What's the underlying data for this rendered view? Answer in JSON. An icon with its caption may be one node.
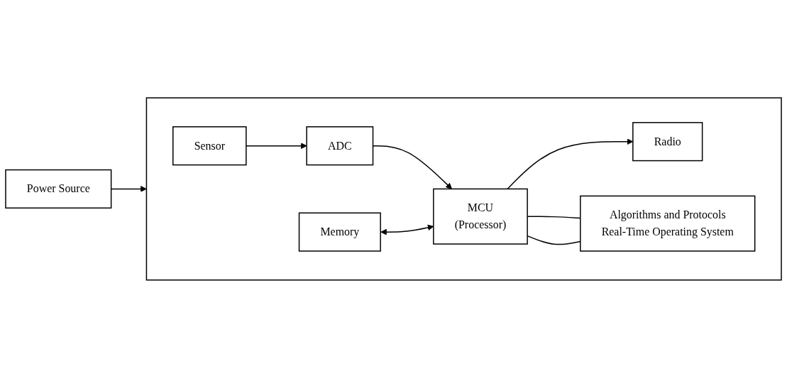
{
  "diagram": {
    "nodes": [
      {
        "text": [
          "Power Source"
        ]
      },
      {
        "text": [],
        "shape": "box"
      },
      {
        "text": [
          "Memory"
        ],
        "in": 1
      },
      {
        "text": [
          "Sensor"
        ],
        "in": 1
      },
      {
        "text": [
          "ADC"
        ],
        "in": 1
      },
      {
        "text": [
          "MCU",
          "(Processor)"
        ],
        "in": 1
      },
      {
        "text": [
          "Radio"
        ],
        "in": 1
      },
      {
        "text": [
          "Algorithms and Protocols",
          "Real-Time Operating System"
        ],
        "in": 1
      }
    ],
    "edges": [
      {
        "from": 0,
        "to": 1,
        "arrow": "to"
      },
      {
        "from": 3,
        "to": 4,
        "arrow": "to"
      },
      {
        "from": 4,
        "to": 5,
        "arrow": "to"
      },
      {
        "from": 5,
        "to": 6,
        "arrow": "to"
      },
      {
        "from": 2,
        "to": 5,
        "arrow": "both"
      },
      {
        "from": 5,
        "to": 7,
        "arrow": "none"
      },
      {
        "from": 5,
        "to": 7,
        "arrow": "none"
      }
    ]
  }
}
